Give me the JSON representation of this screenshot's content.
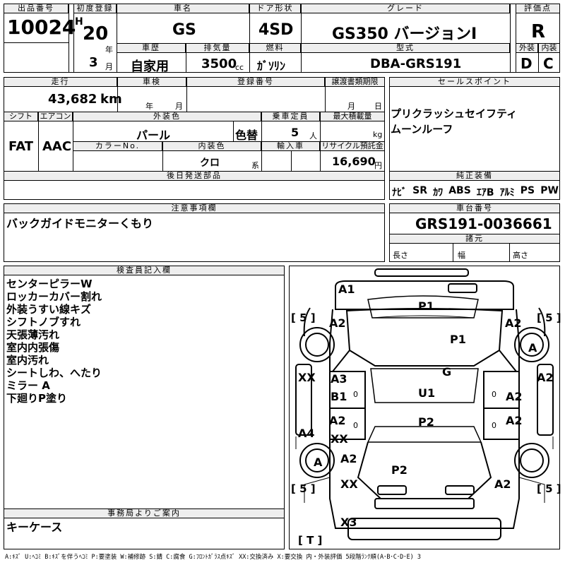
{
  "header": {
    "lot_label": "出品番号",
    "lot_no": "10024",
    "first_reg_label": "初度登録",
    "era": "H",
    "year": "20",
    "year_unit": "年",
    "month": "3",
    "month_unit": "月",
    "model_label": "車名",
    "model": "GS",
    "door_label": "ドア形状",
    "door": "4SD",
    "grade_label": "グレード",
    "grade": "GS350 バージョンI",
    "score_label": "評価点",
    "score": "R",
    "history_label": "車歴",
    "history": "自家用",
    "displacement_label": "排気量",
    "displacement": "3500",
    "displacement_unit": "cc",
    "fuel_label": "燃料",
    "fuel": "ｶﾞｿﾘﾝ",
    "type_label": "型式",
    "type": "DBA-GRS191",
    "ext_label": "外装",
    "ext": "D",
    "int_label": "内装",
    "int": "C"
  },
  "row2": {
    "mileage_label": "走行",
    "mileage": "43,682",
    "mileage_unit": "km",
    "inspection_label": "車検",
    "insp_year": "年",
    "insp_month": "月",
    "regno_label": "登録番号",
    "transfer_label": "譲渡書類期限",
    "tr_month": "月",
    "tr_day": "日",
    "shift_label": "シフト",
    "shift": "FAT",
    "ac_label": "エアコン",
    "ac": "AAC",
    "color_label": "外装色",
    "color": "パール",
    "color_change": "色替",
    "capacity_label": "乗車定員",
    "capacity": "5",
    "capacity_unit": "人",
    "load_label": "最大積載量",
    "load_unit": "kg",
    "colorno_label": "カラーNo.",
    "interior_label": "内装色",
    "interior": "クロ",
    "interior_unit": "系",
    "import_label": "輸入車",
    "recycle_label": "リサイクル預託金",
    "recycle": "16,690",
    "recycle_unit": "円",
    "later_label": "後日発送部品"
  },
  "sales": {
    "label": "セールスポイント",
    "lines": [
      "プリクラッシュセイフティ",
      "ムーンルーフ"
    ]
  },
  "equipment": {
    "label": "純正装備",
    "items": [
      "ﾅﾋﾞ",
      "SR",
      "ｶﾜ",
      "ABS",
      "ｴｱB",
      "ｱﾙﾐ",
      "PS",
      "PW"
    ]
  },
  "caution": {
    "label": "注意事項欄",
    "text": "バックガイドモニターくもり"
  },
  "chassis": {
    "label": "車台番号",
    "value": "GRS191-0036661",
    "spec_label": "諸元",
    "length": "長さ",
    "width": "幅",
    "height": "高さ"
  },
  "inspector": {
    "label": "検査員記入欄",
    "lines": [
      "センターピラーW",
      "ロッカーカバー割れ",
      "外装うすい線キズ",
      "シフトノブすれ",
      "天張薄汚れ",
      "室内内張傷",
      "室内汚れ",
      "シートしわ、へたり",
      "ミラー A",
      "下廻りP塗り"
    ]
  },
  "office": {
    "label": "事務局よりご案内",
    "text": "キーケース"
  },
  "diagram": {
    "marks": {
      "a1": "A1",
      "p1_top": "P1",
      "p1_hood": "P1",
      "a2_fl": "A2",
      "a2_fr": "A2",
      "a_wheel_fr": "A",
      "g": "G",
      "xx_left": "XX",
      "a3": "A3",
      "b1": "B1",
      "zero_l1": "0",
      "u1": "U1",
      "zero_r1": "0",
      "a2_rdoor": "A2",
      "a2_rside": "A2",
      "a4": "A4",
      "a2_ldoor2": "A2",
      "xx_ldoor2": "XX",
      "zero_l2": "0",
      "p2": "P2",
      "zero_r2": "0",
      "a_wheel_rl": "A",
      "a2_rl": "A2",
      "p2_trunk": "P2",
      "xx_rl": "XX",
      "a2_rr": "A2",
      "x3": "X3",
      "five_fl": "[ 5 ]",
      "five_fr": "[ 5 ]",
      "five_rl": "[ 5 ]",
      "five_rr": "[ 5 ]",
      "t_spare": "[ T ]"
    }
  },
  "footer": "A:ｷｽﾞ U:ﾍｺﾐ B:ｷｽﾞを伴うﾍｺﾐ P:要塗装 W:補修跡 S:錆 C:腐食 G:ﾌﾛﾝﾄｶﾞﾗｽ点ｷｽﾞ XX:交換済み X:要交換 内・外装評価 5段階ﾗﾝｸ順(A･B･C･D･E) 3"
}
